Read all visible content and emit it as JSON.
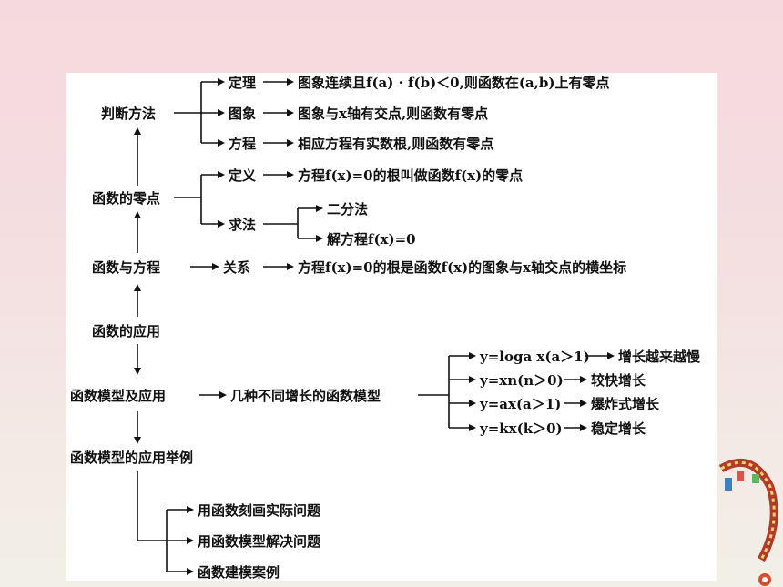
{
  "nodes": {
    "judge_methods": "判断方法",
    "theorem": "定理",
    "theorem_desc": "图象连续且f(a) · f(b)＜0,则函数在(a,b)上有零点",
    "graph": "图象",
    "graph_desc": "图象与x轴有交点,则函数有零点",
    "equation": "方程",
    "equation_desc": "相应方程有实数根,则函数有零点",
    "zeros": "函数的零点",
    "definition": "定义",
    "definition_desc": "方程f(x)=0的根叫做函数f(x)的零点",
    "solving": "求法",
    "bisection": "二分法",
    "solve_equation": "解方程f(x)=0",
    "func_and_eq": "函数与方程",
    "relation": "关系",
    "relation_desc": "方程f(x)=0的根是函数f(x)的图象与x轴交点的横坐标",
    "application": "函数的应用",
    "models_app": "函数模型及应用",
    "growth_models": "几种不同增长的函数模型",
    "model_log": "y=loga x(a＞1)",
    "model_log_desc": "增长越来越慢",
    "model_power": "y=xn(n＞0)",
    "model_power_desc": "较快增长",
    "model_exp": "y=ax(a＞1)",
    "model_exp_desc": "爆炸式增长",
    "model_linear": "y=kx(k＞0)",
    "model_linear_desc": "稳定增长",
    "examples": "函数模型的应用举例",
    "example_1": "用函数刻画实际问题",
    "example_2": "用函数模型解决问题",
    "example_3": "函数建模案例"
  },
  "colors": {
    "background_top": "#f6d9de",
    "panel": "#ffffff",
    "ink": "#111111"
  }
}
